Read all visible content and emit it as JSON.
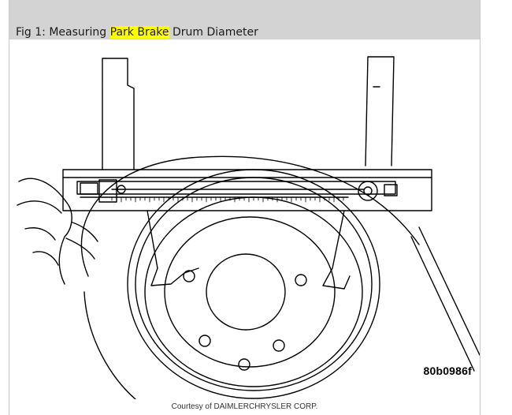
{
  "caption": {
    "prefix": "Fig 1: Measuring ",
    "highlight": "Park Brake",
    "suffix": " Drum Diameter",
    "highlight_color": "#ffff00",
    "bar_color": "#d3d3d3"
  },
  "figure": {
    "code": "80b0986f"
  },
  "credit": "Courtesy of DAIMLERCHRYSLER CORP."
}
